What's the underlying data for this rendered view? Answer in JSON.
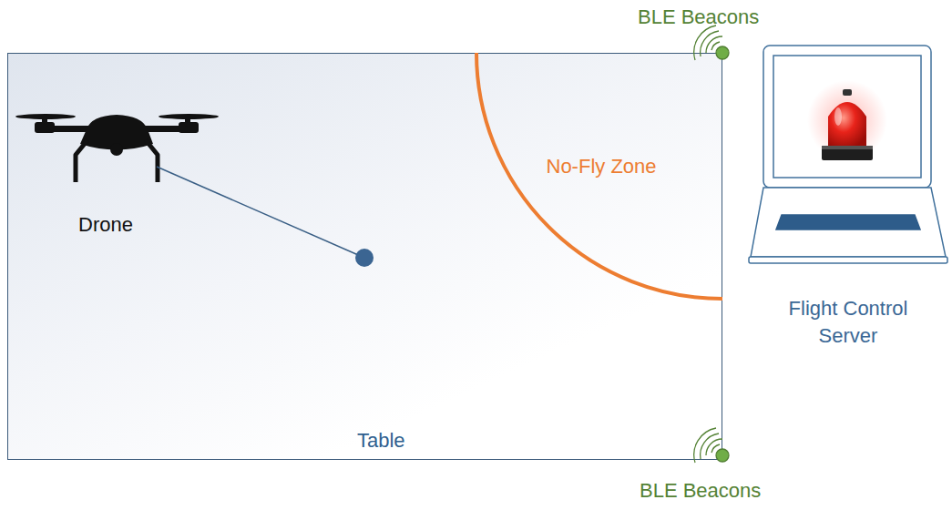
{
  "diagram": {
    "nodes": [
      {
        "text": [
          "Table"
        ]
      },
      {
        "text": [
          "No-Fly Zone"
        ],
        "in": 0
      },
      {
        "text": [
          "Flight Control Server"
        ]
      }
    ],
    "labels": [
      "BLE Beacons",
      "Drone",
      "BLE Beacons"
    ]
  }
}
